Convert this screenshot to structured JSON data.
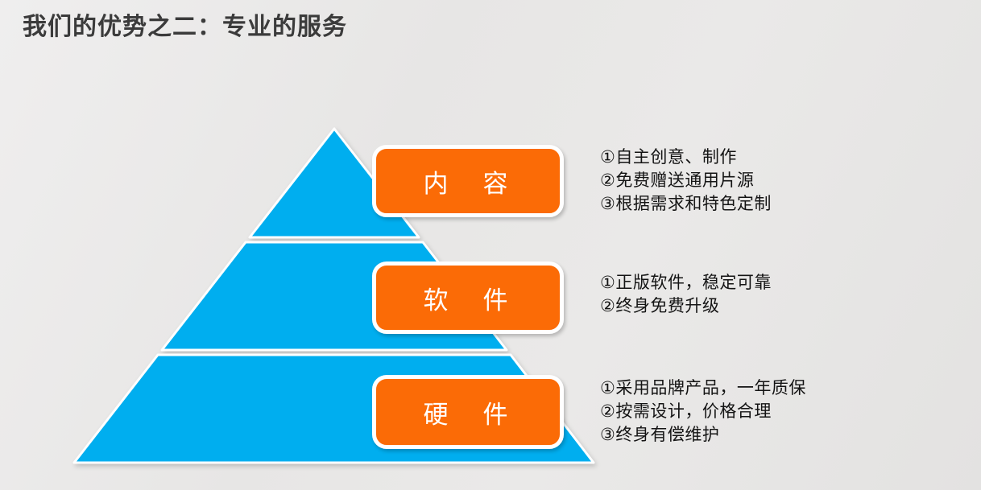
{
  "slide": {
    "title": "我们的优势之二：专业的服务"
  },
  "colors": {
    "pyramid_blue": "#00AEEF",
    "box_orange": "#FB6B06",
    "box_border_white": "#FFFFFF",
    "background_gray": "#E7E6E5",
    "title_text": "#3B3B3B",
    "body_text": "#141414",
    "label_text": "#FFFFFF"
  },
  "pyramid": {
    "levels": [
      {
        "label": "内　容",
        "points": [
          "①自主创意、制作",
          "②免费赠送通用片源",
          "③根据需求和特色定制"
        ]
      },
      {
        "label": "软　件",
        "points": [
          "①正版软件，稳定可靠",
          "②终身免费升级"
        ]
      },
      {
        "label": "硬　件",
        "points": [
          "①采用品牌产品，一年质保",
          "②按需设计，价格合理",
          "③终身有偿维护"
        ]
      }
    ]
  }
}
